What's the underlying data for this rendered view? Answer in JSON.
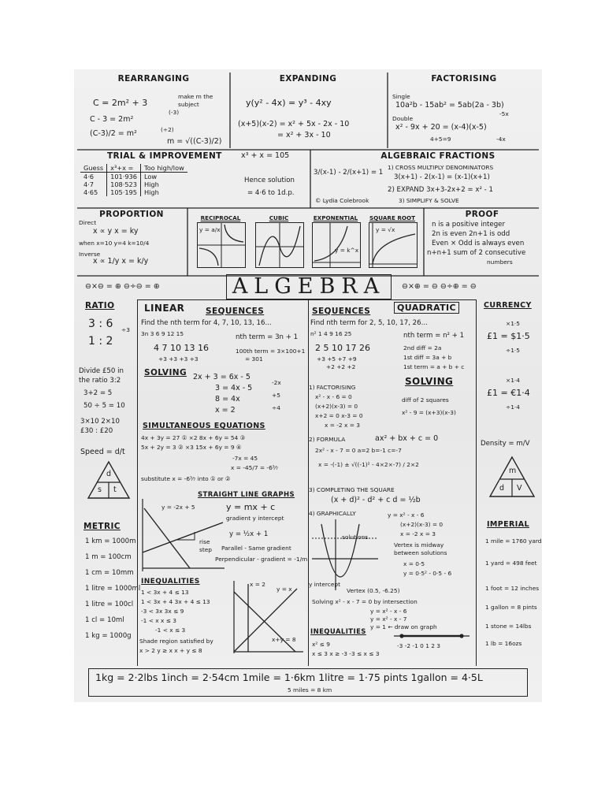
{
  "rearranging": {
    "title": "REARRANGING",
    "l1": "C = 2m² + 3",
    "note": "make m the subject",
    "op1": "(-3)",
    "l2": "C - 3 = 2m²",
    "op2": "(÷2)",
    "l3": "(C-3)/2 = m²",
    "l4": "m = √((C-3)/2)"
  },
  "expanding": {
    "title": "EXPANDING",
    "l1": "y(y² - 4x) = y³ - 4xy",
    "l2": "(x+5)(x-2) = x² + 5x - 2x - 10",
    "l3": "= x² + 3x - 10"
  },
  "factorising": {
    "title": "FACTORISING",
    "single": "Single",
    "l1": "10a²b - 15ab² = 5ab(2a - 3b)",
    "double": "Double",
    "l2": "x² - 9x + 20 = (x-4)(x-5)",
    "l3": "4+5=9",
    "a1": "-5x",
    "a2": "-4x"
  },
  "trial": {
    "title": "TRIAL & IMPROVEMENT",
    "equation": "x³ + x = 105",
    "headers": [
      "Guess",
      "x³+x =",
      "Too high/low"
    ],
    "rows": [
      [
        "4·6",
        "101·936",
        "Low"
      ],
      [
        "4·7",
        "108·523",
        "High"
      ],
      [
        "4·65",
        "105·195",
        "High"
      ]
    ],
    "hence": "Hence solution",
    "answer": "= 4·6 to 1d.p."
  },
  "fractions": {
    "title": "ALGEBRAIC FRACTIONS",
    "eq": "3/(x-1) - 2/(x+1) = 1",
    "s1": "1) CROSS MULTIPLY DENOMINATORS",
    "s1b": "3(x+1) - 2(x-1) = (x-1)(x+1)",
    "s2": "2) EXPAND  3x+3-2x+2 = x² - 1",
    "s3": "3) SIMPLIFY & SOLVE",
    "credit": "© Lydia Colebrook"
  },
  "proportion": {
    "title": "PROPORTION",
    "direct": "Direct",
    "d1": "x ∝ y   x = ky",
    "d2": "when x=10 y=4  k=10/4",
    "inverse": "Inverse",
    "i1": "x ∝ 1/y   x = k/y"
  },
  "graphs": {
    "reciprocal": "RECIPROCAL",
    "cubic": "CUBIC",
    "exponential": "EXPONENTIAL",
    "squareroot": "SQUARE ROOT",
    "rec_eq": "y = a/x",
    "exp_eq": "y = k^x",
    "sq_eq": "y = √x"
  },
  "proof": {
    "title": "PROOF",
    "l1": "n is a positive integer",
    "l2": "2n is even  2n+1 is odd",
    "l3": "Even × Odd is always even",
    "l4": "n+n+1 sum of 2 consecutive",
    "l5": "numbers"
  },
  "signs_left": "⊖×⊖ = ⊕   ⊖÷⊖ = ⊕",
  "signs_right": "⊖×⊕ = ⊖   ⊖÷⊕ = ⊖",
  "title_main": "ALGEBRA",
  "ratio": {
    "title": "RATIO",
    "l1": "3 : 6",
    "op1": "÷3",
    "l2": "1 : 2",
    "l3": "Divide £50 in",
    "l4": "the ratio 3:2",
    "l5": "3+2 = 5",
    "l6": "50 ÷ 5 = 10",
    "l7": "3×10   2×10",
    "l8": "£30 : £20",
    "speed": "Speed = d/t",
    "tri_top": "d",
    "tri_l": "s",
    "tri_r": "t"
  },
  "metric": {
    "title": "METRIC",
    "items": [
      "1 km = 1000m",
      "1 m = 100cm",
      "1 cm = 10mm",
      "1 litre = 1000ml",
      "1 litre = 100cl",
      "1 cl = 10ml",
      "1 kg = 1000g"
    ]
  },
  "linear": {
    "title": "LINEAR",
    "sequences": "SEQUENCES",
    "l1": "Find the nth term for  4, 7, 10, 13, 16...",
    "l2": "3n  3   6   9   12   15",
    "l3": "4   7   10   13   16",
    "l4": "+3   +3   +3   +3",
    "nth": "nth term = 3n + 1",
    "hund": "100th term = 3×100+1",
    "hund2": "= 301"
  },
  "solving": {
    "title": "SOLVING",
    "l1": "2x + 3 = 6x - 5",
    "l2": "3 = 4x - 5",
    "l3": "8 = 4x",
    "l4": "x = 2",
    "o1": "-2x",
    "o2": "+5",
    "o3": "÷4"
  },
  "simultaneous": {
    "title": "SIMULTANEOUS EQUATIONS",
    "l1": "4x + 3y = 27  ① ×2   8x + 6y = 54 ③",
    "l2": "5x + 2y = 3   ② ×3   15x + 6y = 9  ④",
    "l3": "-7x = 45",
    "l4": "x = -45/7 = -6³⁄₇",
    "l5": "substitute x = -6³⁄₇ into ① or ②"
  },
  "straight": {
    "title": "STRAIGHT LINE GRAPHS",
    "g1": "y = -2x + 5",
    "eq": "y = mx + c",
    "grad": "gradient  y intercept",
    "g2": "y = ½x + 1",
    "rise": "rise",
    "step": "step",
    "par": "Parallel - Same gradient",
    "perp": "Perpendicular - gradient = -1/m"
  },
  "inequalities_l": {
    "title": "INEQUALITIES",
    "l1": "1 < 3x + 4 ≤ 13",
    "l2": "1 < 3x + 4   3x + 4 ≤ 13",
    "l3": "-3 < 3x      3x ≤ 9",
    "l4": "-1 < x        x ≤ 3",
    "l5": "-1 < x ≤ 3",
    "l6": "Shade region satisfied by",
    "l7": "x > 2   y ≥ x   x + y ≤ 8",
    "gx2": "x = 2",
    "gyx": "y = x",
    "gxy8": "x+y = 8"
  },
  "quadratic": {
    "title": "QUADRATIC",
    "sequences": "SEQUENCES",
    "l1": "Find nth term for  2, 5, 10, 17, 26...",
    "l2": "n²  1   4   9   16   25",
    "l3": "2   5   10   17   26",
    "l4": "+3   +5   +7   +9",
    "l5": "+2   +2   +2",
    "nth": "nth term = n² + 1",
    "d2": "2nd diff = 2a",
    "d1": "1st diff = 3a + b",
    "t1": "1st term = a + b + c"
  },
  "qsolve": {
    "title": "SOLVING",
    "f": "1) FACTORISING",
    "f1": "x² - x - 6 = 0",
    "f2": "(x+2)(x-3) = 0",
    "f3": "x+2 = 0   x-3 = 0",
    "f4": "x = -2    x = 3",
    "dos": "diff of 2 squares",
    "dos2": "x² - 9 = (x+3)(x-3)",
    "form": "2) FORMULA",
    "formq": "ax² + bx + c = 0",
    "form1": "2x² - x - 7 = 0   a=2  b=-1  c=-7",
    "form2": "x = -(-1) ± √((-1)² - 4×2×-7) / 2×2",
    "comp": "3) COMPLETING THE SQUARE",
    "comp1": "(x + d)² - d² + c   d = ½b",
    "graph": "4) GRAPHICALLY",
    "g1": "y = x² - x - 6",
    "g2": "(x+2)(x-3) = 0",
    "g3": "x = -2   x = 3",
    "sol": "solutions",
    "yint": "y intercept",
    "vtx": "Vertex (0.5, -6.25)",
    "mid1": "Vertex is midway",
    "mid2": "between solutions",
    "x05": "x = 0·5",
    "y05": "y = 0·5² - 0·5 - 6",
    "inter": "Solving  x² - x - 7 = 0  by intersection",
    "i1": "y = x² - x - 6",
    "i2": "y = x² - x - 7",
    "i3": "y = 1   ← draw on graph"
  },
  "inequalities_r": {
    "title": "INEQUALITIES",
    "l1": "x² ≤ 9",
    "l2": "x ≤ 3   x ≥ -3   -3 ≤ x ≤ 3",
    "nums": "-3 -2 -1 0 1 2 3"
  },
  "currency": {
    "title": "CURRENCY",
    "m1": "×1·5",
    "c1": "£1 = $1·5",
    "d1": "÷1·5",
    "m2": "×1·4",
    "c2": "£1 = €1·4",
    "d2": "÷1·4",
    "density": "Density = m/V",
    "tri_top": "m",
    "tri_l": "d",
    "tri_r": "V"
  },
  "imperial": {
    "title": "IMPERIAL",
    "items": [
      "1 mile = 1760 yards",
      "1 yard = 498 feet",
      "1 foot = 12 inches",
      "1 gallon = 8 pints",
      "1 stone = 14lbs",
      "1 lb = 16ozs"
    ]
  },
  "conversions": {
    "line": "1kg = 2·2lbs   1inch = 2·54cm   1mile = 1·6km   1litre = 1·75 pints   1gallon = 4·5L",
    "sub": "5 miles = 8 km"
  }
}
